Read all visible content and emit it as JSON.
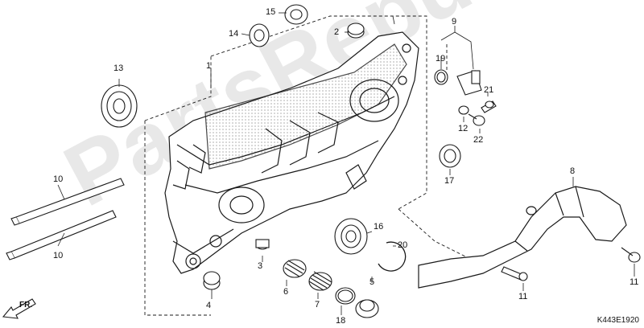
{
  "diagram": {
    "reference_code": "K443E1920",
    "front_arrow_label": "FR.",
    "watermark_text": "PartsRepublik",
    "part_numbers": [
      "1",
      "2",
      "3",
      "4",
      "5",
      "6",
      "7",
      "8",
      "9",
      "10",
      "10",
      "11",
      "11",
      "12",
      "13",
      "14",
      "15",
      "16",
      "17",
      "18",
      "19",
      "20",
      "21",
      "22"
    ]
  },
  "colors": {
    "line": "#1a1a1a",
    "watermark": "#d9d9d9",
    "background": "#ffffff"
  }
}
